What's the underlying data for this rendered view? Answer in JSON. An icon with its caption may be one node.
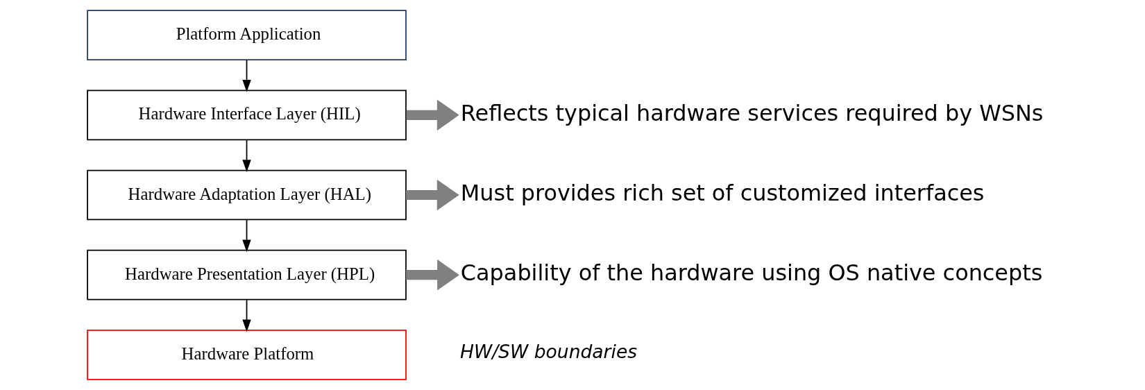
{
  "diagram": {
    "nodes": [
      {
        "text": [
          "Platform Application"
        ]
      },
      {
        "text": [
          "Hardware Interface Layer (HIL)"
        ]
      },
      {
        "text": [
          "Hardware Adaptation Layer (HAL)"
        ]
      },
      {
        "text": [
          "Hardware Presentation Layer (HPL)"
        ]
      },
      {
        "text": [
          "Hardware Platform"
        ]
      },
      {
        "text": [
          "Reflects typical hardware services required by WSNs"
        ]
      },
      {
        "text": [
          "Must provides rich set of customized interfaces"
        ]
      },
      {
        "text": [
          "Capability of the hardware using OS native concepts"
        ]
      }
    ],
    "edges": [
      {
        "from": 0,
        "to": 1,
        "arrow": "to"
      },
      {
        "from": 1,
        "to": 2,
        "arrow": "to"
      },
      {
        "from": 2,
        "to": 3,
        "arrow": "to"
      },
      {
        "from": 3,
        "to": 4,
        "arrow": "to"
      },
      {
        "from": 1,
        "to": 5,
        "arrow": "to",
        "style": "thick",
        "color": "#808080"
      },
      {
        "from": 2,
        "to": 6,
        "arrow": "to",
        "style": "thick",
        "color": "#808080"
      },
      {
        "from": 3,
        "to": 7,
        "arrow": "to",
        "style": "thick",
        "color": "#808080"
      }
    ],
    "labels": [
      "HW/SW boundaries"
    ]
  }
}
